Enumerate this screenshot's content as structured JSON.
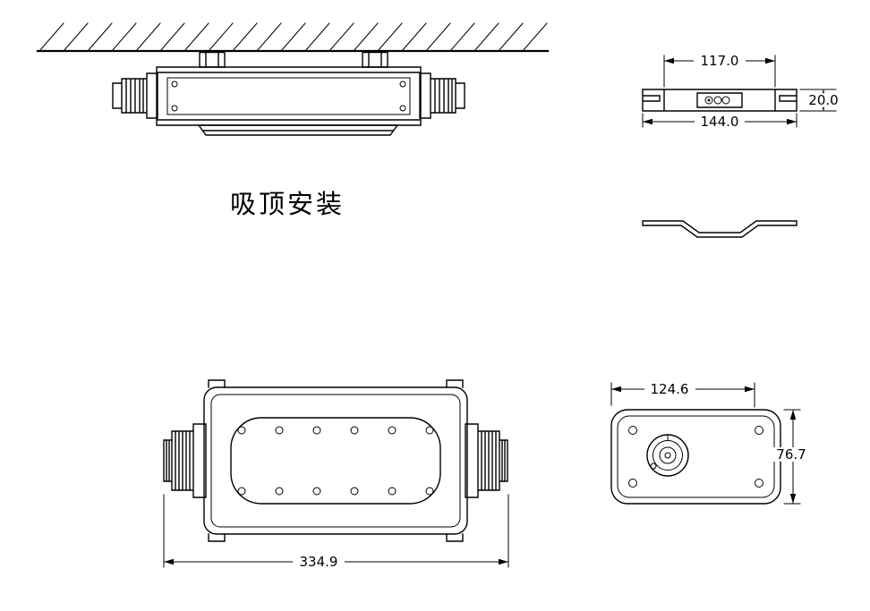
{
  "drawing": {
    "label_ceiling_mount": "吸顶安装",
    "dims": {
      "top_inner_width": "117.0",
      "top_full_width": "144.0",
      "top_thickness": "20.0",
      "front_length": "334.9",
      "end_width": "124.6",
      "end_height": "76.7"
    }
  }
}
